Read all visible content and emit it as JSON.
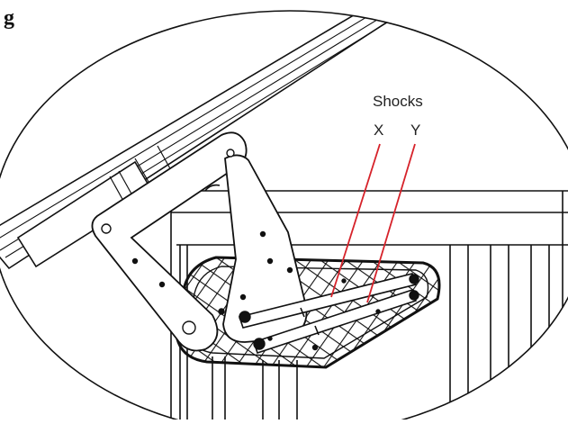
{
  "figure": {
    "corner_glyph": "g",
    "labels": {
      "shocks": "Shocks",
      "x": "X",
      "y": "Y"
    }
  },
  "colors": {
    "line": "#111111",
    "leader": "#d6222a",
    "background": "#ffffff"
  }
}
